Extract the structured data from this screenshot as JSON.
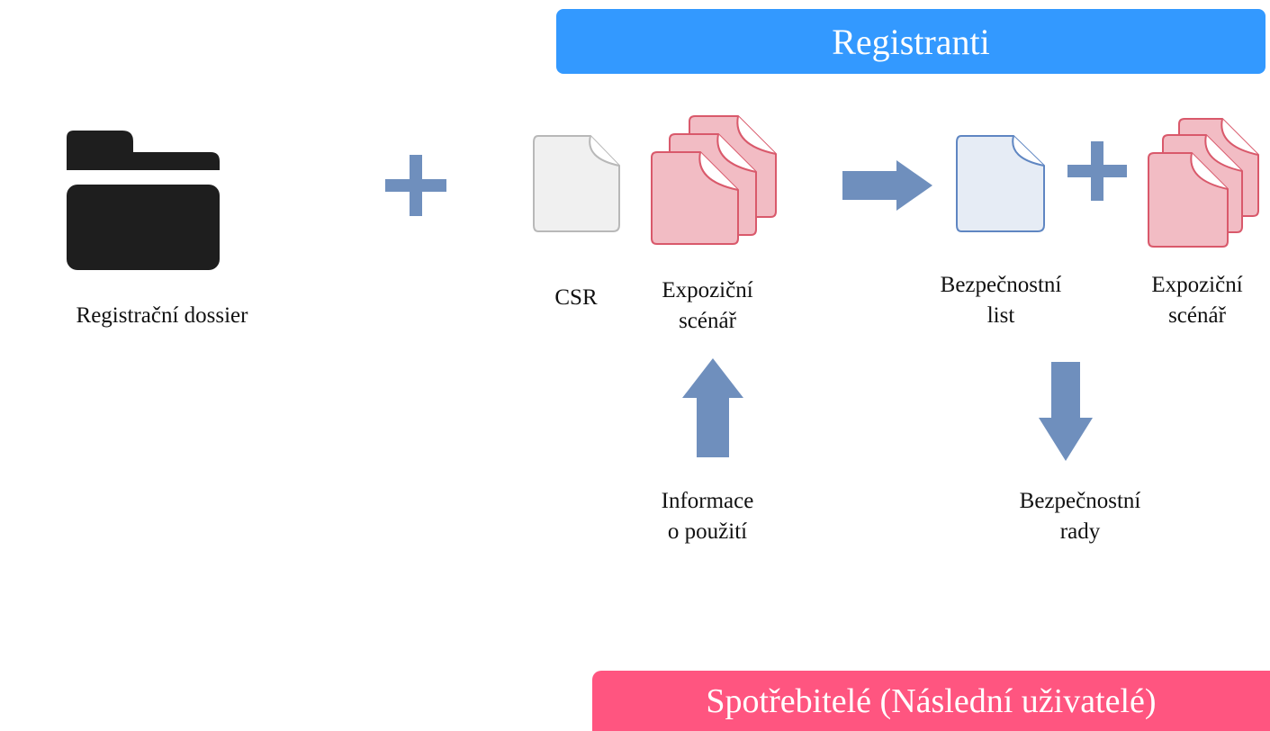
{
  "colors": {
    "banner_top": "#3399ff",
    "banner_bottom": "#ff5580",
    "arrow": "#6f8fbd",
    "folder": "#1e1e1e",
    "doc_red_fill": "#f2bcc4",
    "doc_red_stroke": "#d9596b",
    "doc_blue_fill": "#e6ecf5",
    "doc_blue_stroke": "#5f86c2",
    "doc_grey_fill": "#f0f0f0",
    "doc_grey_stroke": "#b8b8b8"
  },
  "banners": {
    "top": "Registranti",
    "bottom": "Spotřebitelé (Následní uživatelé)"
  },
  "labels": {
    "dossier": "Registrační dossier",
    "csr": "CSR",
    "exposure_1": [
      "Expoziční",
      "scénář"
    ],
    "sds": [
      "Bezpečnostní",
      "list"
    ],
    "exposure_2": [
      "Expoziční",
      "scénář"
    ],
    "usage_info": [
      "Informace",
      "o použití"
    ],
    "safety_advice": [
      "Bezpečnostní",
      "rady"
    ]
  },
  "icons": {
    "dossier": "folder-icon",
    "plus": "plus-icon",
    "csr": "document-icon",
    "exposure_stack": "document-stack-icon",
    "sds": "document-icon",
    "arrow_right": "arrow-right-icon",
    "arrow_up": "arrow-up-icon",
    "arrow_down": "arrow-down-icon"
  }
}
